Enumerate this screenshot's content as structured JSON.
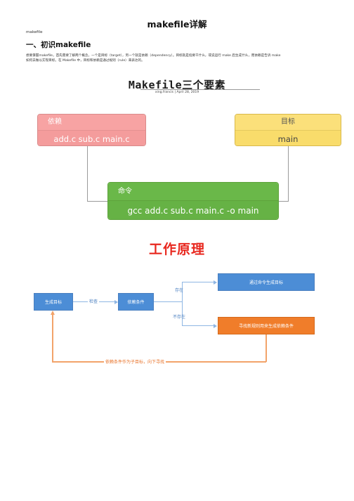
{
  "doc": {
    "title": "makefile详解",
    "breadcrumb": "makefile",
    "heading": "一、初识makefile",
    "intro_line1": "想要掌握makefile，首先需要了解两个概念，一个是目标（target），另一个就是依赖（dependency）。目标就是指要干什么，或说运行 make 后生成什么，而依赖是告诉 make",
    "intro_line2": "如何去做以实现目标。在 Makefile 中，目标和依赖是通过规则（rule）来表达的。"
  },
  "figure": {
    "title": "Makefile三个要素",
    "subtitle": "xing.francis  |  April 28, 2019",
    "dependency": {
      "header": "依赖",
      "body": "add.c sub.c main.c"
    },
    "target": {
      "header": "目标",
      "body": "main"
    },
    "command": {
      "header": "命令",
      "body": "gcc add.c sub.c main.c -o main"
    },
    "colors": {
      "dependency": "#f49c9c",
      "target": "#f9dc6b",
      "command": "#66b245"
    }
  },
  "principle": {
    "title": "工作原理",
    "generate_target": "生成目标",
    "check": "检查",
    "dependency_condition": "依赖条件",
    "exists": "存在",
    "not_exists": "不存在",
    "via_command": "通过命令生成目标",
    "find_rule": "寻找新规则用来生成依赖条件",
    "recursive_note": "依赖条件作为子目标，向下寻找",
    "colors": {
      "box": "#4c8dd6",
      "highlight": "#f07d2a",
      "title": "#e8281f"
    }
  }
}
